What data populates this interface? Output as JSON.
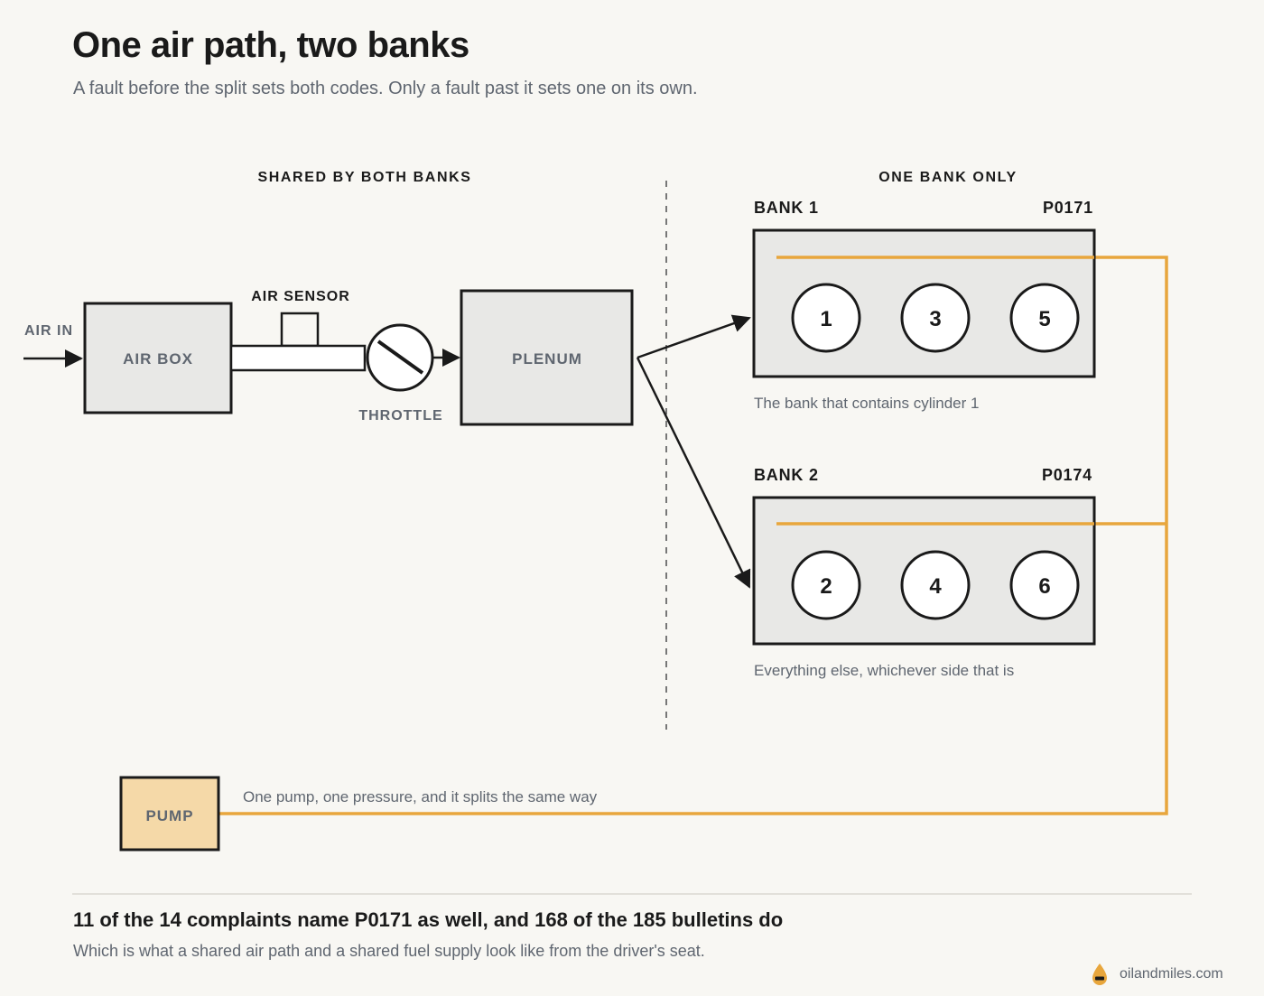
{
  "header": {
    "title": "One air path, two banks",
    "subtitle": "A fault before the split sets both codes. Only a fault past it sets one on its own."
  },
  "sections": {
    "shared": "SHARED BY BOTH BANKS",
    "one_bank": "ONE BANK ONLY"
  },
  "intake": {
    "air_in": "AIR IN",
    "air_box": "AIR BOX",
    "air_sensor": "AIR SENSOR",
    "throttle": "THROTTLE",
    "plenum": "PLENUM"
  },
  "banks": [
    {
      "name": "BANK 1",
      "code": "P0171",
      "cylinders": [
        "1",
        "3",
        "5"
      ],
      "note": "The bank that contains cylinder 1"
    },
    {
      "name": "BANK 2",
      "code": "P0174",
      "cylinders": [
        "2",
        "4",
        "6"
      ],
      "note": "Everything else, whichever side that is"
    }
  ],
  "fuel": {
    "pump": "PUMP",
    "note": "One pump, one pressure, and it splits the same way"
  },
  "footer": {
    "title": "11 of the 14 complaints name P0171 as well, and 168 of the 185 bulletins do",
    "subtitle": "Which is what a shared air path and a shared fuel supply look like from the driver's seat."
  },
  "brand": {
    "name": "oilandmiles.com",
    "icon": "oil-drop-icon"
  },
  "colors": {
    "fuel_line": "#e8a63c",
    "pump_fill": "#f5d9a8",
    "box_fill": "#e8e8e6",
    "stroke": "#1a1a1a"
  }
}
